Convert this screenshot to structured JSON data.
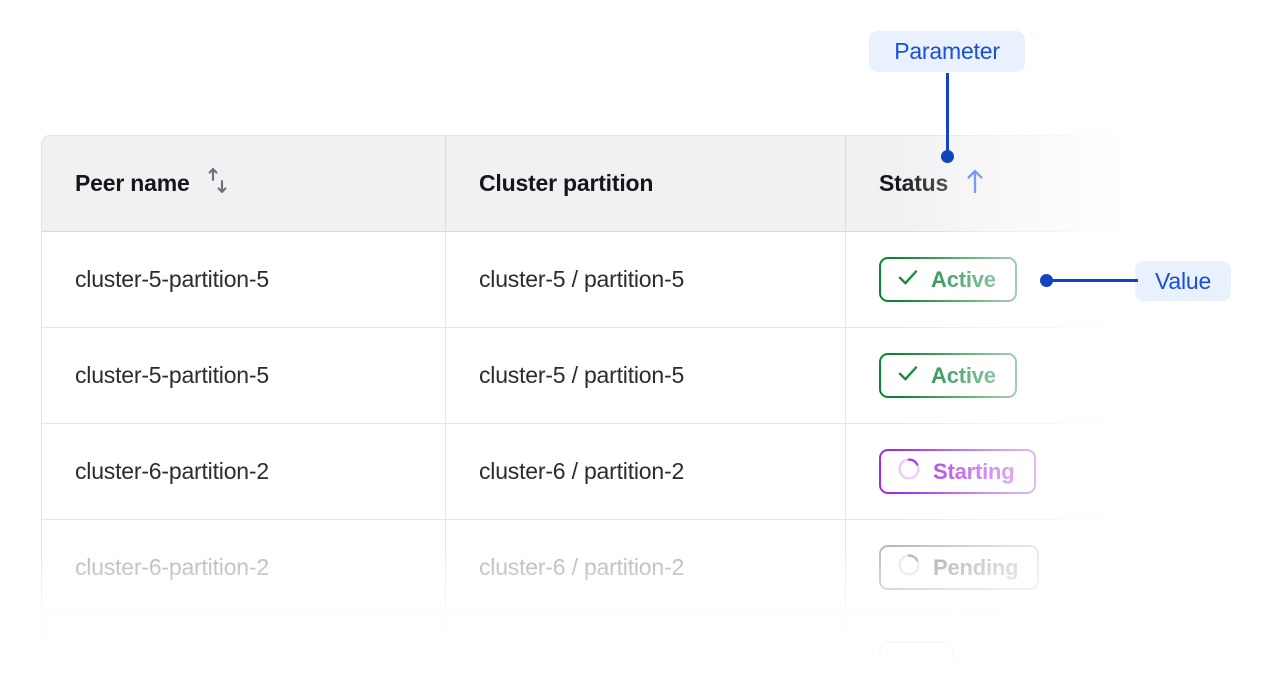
{
  "table": {
    "columns": [
      {
        "label": "Peer name",
        "sort_icon": "sort-both-icon",
        "sort_state": "unsorted"
      },
      {
        "label": "Cluster partition",
        "sort_icon": null,
        "sort_state": "none"
      },
      {
        "label": "Status",
        "sort_icon": "arrow-up-icon",
        "sort_state": "ascending"
      }
    ],
    "rows": [
      {
        "peer_name": "cluster-5-partition-5",
        "cluster_partition": "cluster-5 / partition-5",
        "status": {
          "label": "Active",
          "icon": "check-icon",
          "variant": "active"
        },
        "dimmed": false
      },
      {
        "peer_name": "cluster-5-partition-5",
        "cluster_partition": "cluster-5 / partition-5",
        "status": {
          "label": "Active",
          "icon": "check-icon",
          "variant": "active"
        },
        "dimmed": false
      },
      {
        "peer_name": "cluster-6-partition-2",
        "cluster_partition": "cluster-6 / partition-2",
        "status": {
          "label": "Starting",
          "icon": "spinner-icon",
          "variant": "starting"
        },
        "dimmed": false
      },
      {
        "peer_name": "cluster-6-partition-2",
        "cluster_partition": "cluster-6 / partition-2",
        "status": {
          "label": "Pending",
          "icon": "spinner-icon",
          "variant": "pending"
        },
        "dimmed": true
      },
      {
        "peer_name": "",
        "cluster_partition": "",
        "status": {
          "label": "",
          "icon": "spinner-icon",
          "variant": "pending"
        },
        "dimmed": true
      }
    ]
  },
  "annotations": {
    "parameter_label": "Parameter",
    "value_label": "Value"
  },
  "colors": {
    "annotation_blue": "#1a4fd6",
    "annotation_line": "#1045bf",
    "annotation_pill_bg": "#e9f0fe",
    "status_active": "#0a8434",
    "status_starting": "#a32ae6",
    "status_pending": "#b8b8be",
    "header_bg": "#f1f1f3",
    "border": "#e3e3e7",
    "text": "#16161a",
    "text_dim": "#b3b3ba"
  }
}
